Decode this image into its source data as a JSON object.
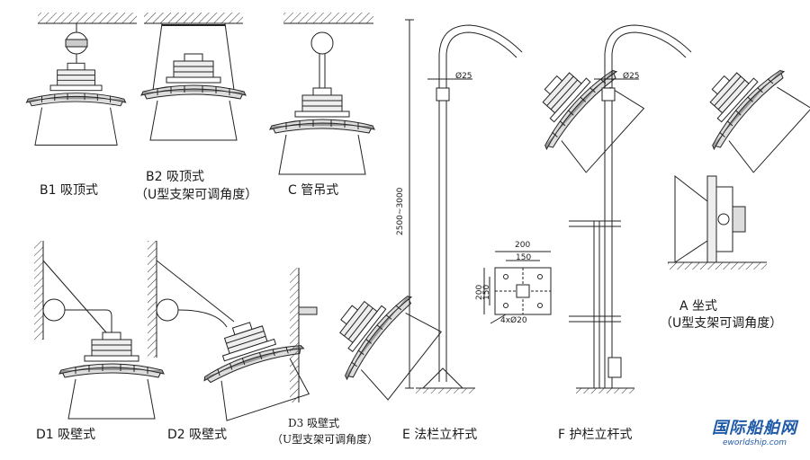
{
  "labels": {
    "b1": "B1 吸顶式",
    "b2_line1": "B2 吸顶式",
    "b2_line2": "（U型支架可调角度）",
    "c": "C 管吊式",
    "d1": "D1 吸壁式",
    "d2": "D2 吸壁式",
    "d3_line1": "D3  吸壁式",
    "d3_line2": "（U型支架可调角度）",
    "e": "E 法栏立杆式",
    "f": "F 护栏立杆式",
    "a_line1": "A  坐式",
    "a_line2": "（U型支架可调角度）"
  },
  "dims": {
    "pipe_e": "Ø25",
    "pipe_f": "Ø25",
    "height": "2500~3000",
    "plate_w200": "200",
    "plate_w150": "150",
    "plate_h200": "200",
    "plate_h150": "150",
    "holes": "4xØ20"
  },
  "watermark": {
    "cn": "国际船舶网",
    "en": "eworldship.com"
  }
}
